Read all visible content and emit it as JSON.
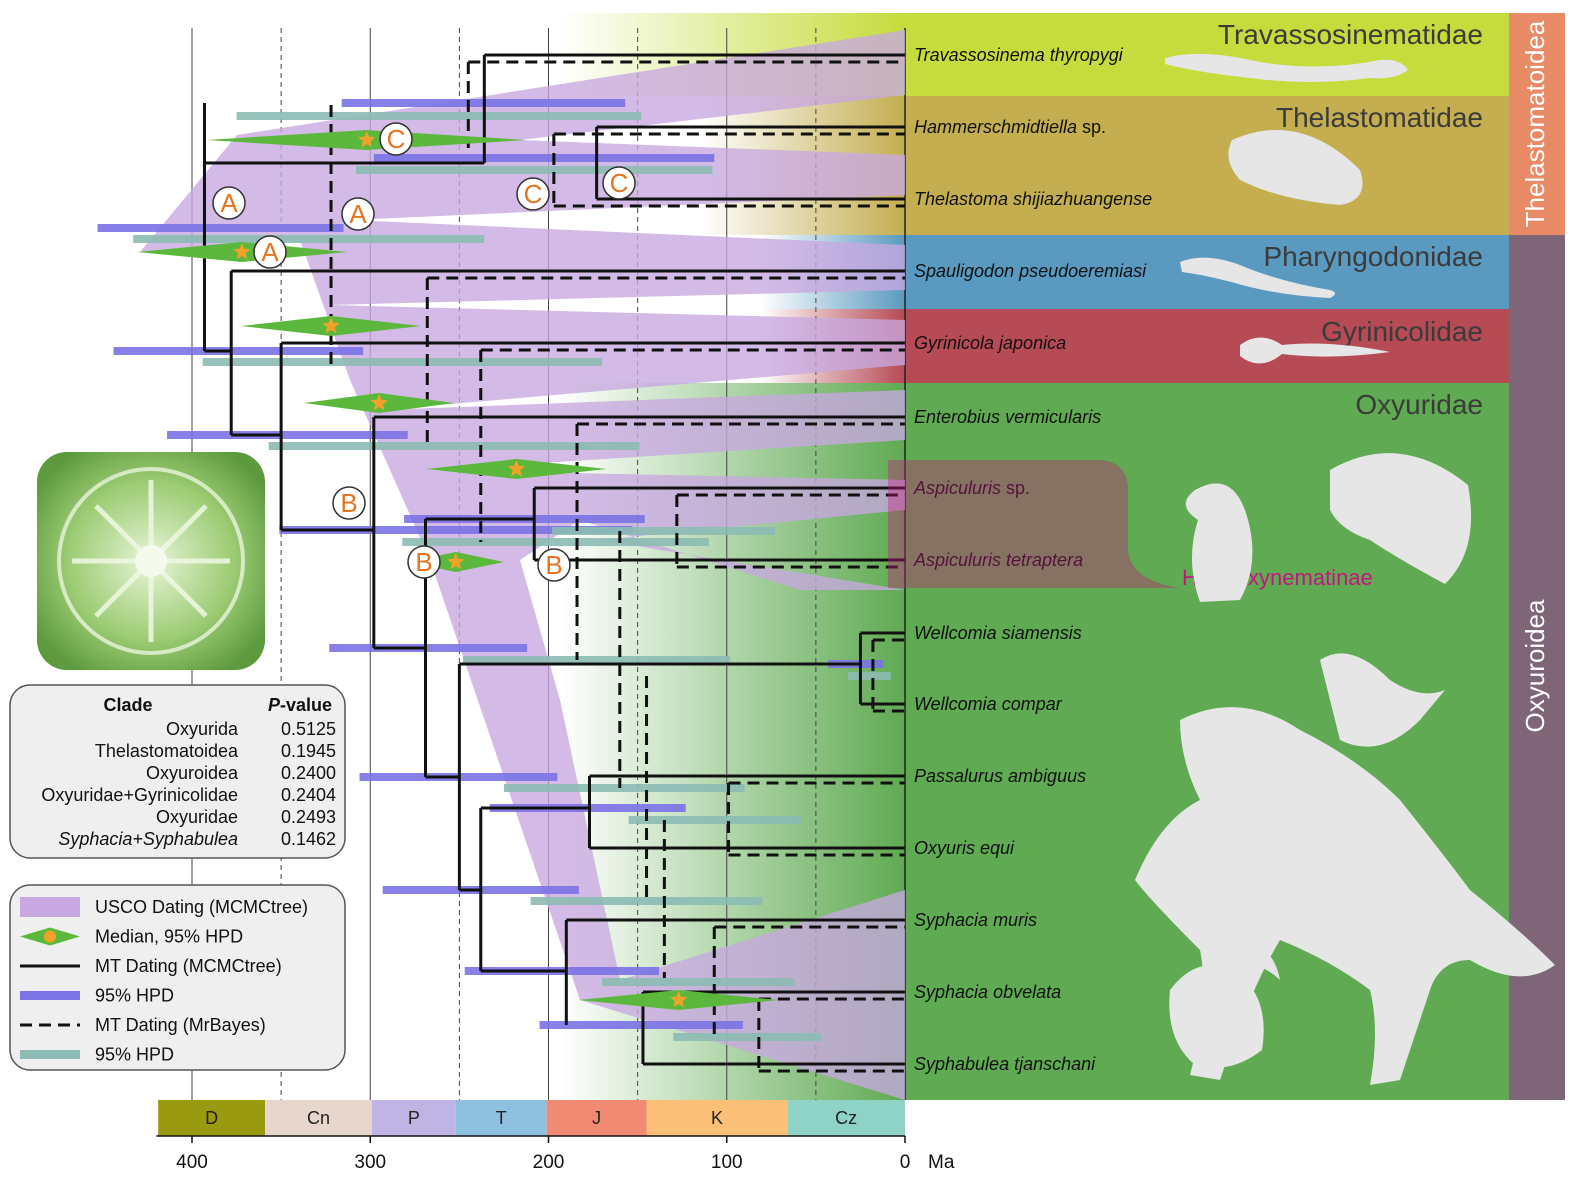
{
  "colors": {
    "usco": "#c8a8e0",
    "mt_mcmc": "#000000",
    "mt_mcmc_hpd": "#7b73e6",
    "mt_mrbayes_hpd": "#8cbcb4",
    "star_diamond": "#5cb83c",
    "star": "#f4a12a",
    "node_letter": "#e8731e",
    "thelastomatoidea": "#e98a66",
    "oxyuroidea": "#7e6678"
  },
  "axis": {
    "unit_label": "Ma",
    "ticks": [
      "400",
      "300",
      "200",
      "100",
      "0"
    ],
    "range_ma": [
      420,
      0
    ]
  },
  "periods": [
    {
      "code": "D",
      "start": 419,
      "end": 359,
      "color": "#9a9a10"
    },
    {
      "code": "Cn",
      "start": 359,
      "end": 299,
      "color": "#e7d6cc"
    },
    {
      "code": "P",
      "start": 299,
      "end": 252,
      "color": "#c0b4e4"
    },
    {
      "code": "T",
      "start": 252,
      "end": 201,
      "color": "#8ec1e0"
    },
    {
      "code": "J",
      "start": 201,
      "end": 145,
      "color": "#f08a72"
    },
    {
      "code": "K",
      "start": 145,
      "end": 66,
      "color": "#fbbf78"
    },
    {
      "code": "Cz",
      "start": 66,
      "end": 0,
      "color": "#8fd2c6"
    }
  ],
  "taxa": [
    {
      "genus": "Travassosinema",
      "rest": "thyropygi"
    },
    {
      "genus": "Hammerschmidtiella",
      "rest": "sp."
    },
    {
      "genus": "Thelastoma",
      "rest": "shijiazhuangense"
    },
    {
      "genus": "Spauligodon",
      "rest": "pseudoeremiasi"
    },
    {
      "genus": "Gyrinicola",
      "rest": "japonica"
    },
    {
      "genus": "Enterobius",
      "rest": "vermicularis"
    },
    {
      "genus": "Aspiculuris",
      "rest": "sp."
    },
    {
      "genus": "Aspiculuris",
      "rest": "tetraptera"
    },
    {
      "genus": "Wellcomia",
      "rest": "siamensis"
    },
    {
      "genus": "Wellcomia",
      "rest": "compar"
    },
    {
      "genus": "Passalurus",
      "rest": "ambiguus"
    },
    {
      "genus": "Oxyuris",
      "rest": "equi"
    },
    {
      "genus": "Syphacia",
      "rest": "muris"
    },
    {
      "genus": "Syphacia",
      "rest": "obvelata"
    },
    {
      "genus": "Syphabulea",
      "rest": "tjanschani"
    }
  ],
  "families": [
    {
      "name": "Travassosinematidae",
      "color": "#c5dc3c"
    },
    {
      "name": "Thelastomatidae",
      "color": "#c4ae50"
    },
    {
      "name": "Pharyngodonidae",
      "color": "#5a9ac0"
    },
    {
      "name": "Gyrinicolidae",
      "color": "#b64a55"
    },
    {
      "name": "Oxyuridae",
      "color": "#5faa52"
    }
  ],
  "superfamilies": [
    "Thelastomatoidea",
    "Oxyuroidea"
  ],
  "subfamily": "Heteroxynematinae",
  "node_letters": [
    "A",
    "A",
    "A",
    "B",
    "B",
    "B",
    "C",
    "C",
    "C"
  ],
  "pvalue_table": {
    "headers": {
      "clade": "Clade",
      "p_prefix": "P",
      "p_suffix": "-value"
    },
    "rows": [
      {
        "clade": "Oxyurida",
        "p": "0.5125",
        "italic": false
      },
      {
        "clade": "Thelastomatoidea",
        "p": "0.1945",
        "italic": false
      },
      {
        "clade": "Oxyuroidea",
        "p": "0.2400",
        "italic": false
      },
      {
        "clade": "Oxyuridae+Gyrinicolidae",
        "p": "0.2404",
        "italic": false
      },
      {
        "clade": "Oxyuridae",
        "p": "0.2493",
        "italic": false
      },
      {
        "clade": "Syphacia+Syphabulea",
        "p": "0.1462",
        "italic": true
      }
    ]
  },
  "legend": [
    {
      "label": "USCO Dating (MCMCtree)",
      "symbol": "usco-band"
    },
    {
      "label": "Median, 95% HPD",
      "symbol": "star-diamond"
    },
    {
      "label": "MT Dating (MCMCtree)",
      "symbol": "solid-line"
    },
    {
      "label": "95% HPD",
      "symbol": "blue-bar"
    },
    {
      "label": "MT Dating (MrBayes)",
      "symbol": "dashed-line"
    },
    {
      "label": "95% HPD",
      "symbol": "teal-bar"
    }
  ]
}
